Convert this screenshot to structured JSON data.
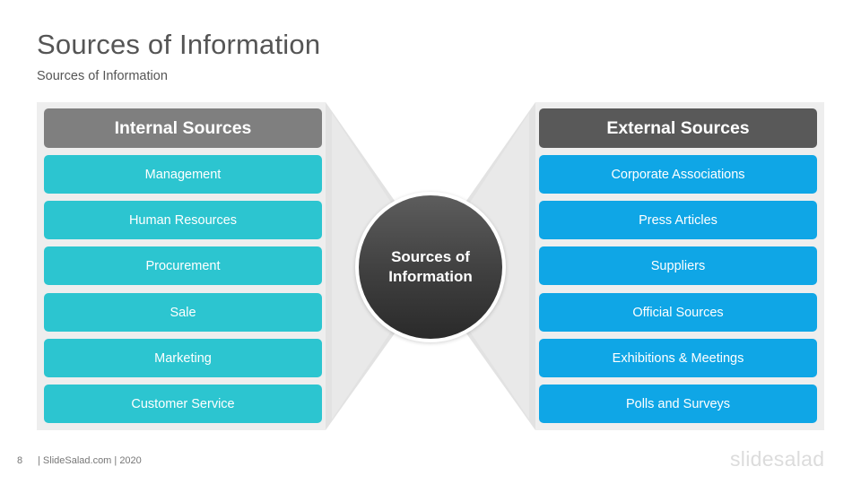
{
  "slide": {
    "title": "Sources of Information",
    "subtitle": "Sources of Information"
  },
  "internal": {
    "heading": "Internal Sources",
    "items": [
      "Management",
      "Human Resources",
      "Procurement",
      "Sale",
      "Marketing",
      "Customer Service"
    ]
  },
  "external": {
    "heading": "External Sources",
    "items": [
      "Corporate Associations",
      "Press Articles",
      "Suppliers",
      "Official Sources",
      "Exhibitions & Meetings",
      "Polls and Surveys"
    ]
  },
  "hub": {
    "label": "Sources of Information"
  },
  "footer": {
    "page_number": "8",
    "text": "| SlideSalad.com | 2020",
    "logo": "slidesalad"
  },
  "colors": {
    "internal_item": "#2cc5d0",
    "external_item": "#0fa6e6",
    "internal_header": "#7f7f7f",
    "external_header": "#595959",
    "panel": "#eeeeee"
  }
}
